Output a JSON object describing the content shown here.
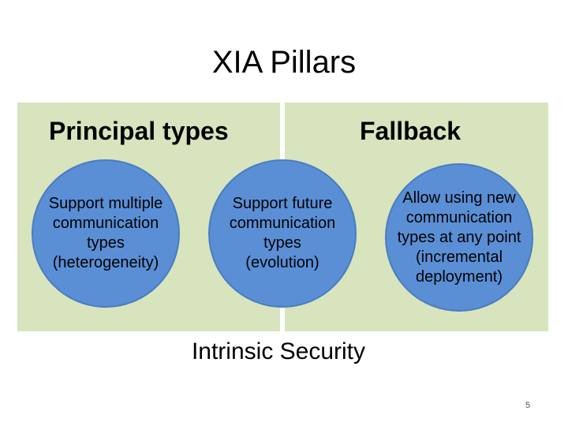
{
  "slide": {
    "title": "XIA Pillars",
    "page_number": "5"
  },
  "pillars": {
    "left_heading": "Principal types",
    "right_heading": "Fallback",
    "bottom_label": "Intrinsic Security"
  },
  "circles": [
    {
      "text": "Support multiple\ncommunication\ntypes\n(heterogeneity)"
    },
    {
      "text": "Support future\ncommunication\ntypes\n(evolution)"
    },
    {
      "text": "Allow using new\ncommunication\ntypes at any point\n(incremental\ndeployment)"
    }
  ],
  "colors": {
    "panel": "#d7e4bd",
    "circle": "#5a8fd6",
    "circle_border": "#4a7cc0"
  }
}
